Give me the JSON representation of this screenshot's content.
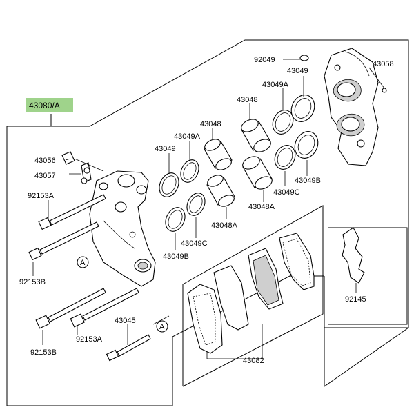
{
  "assembly_label": "43080/A",
  "highlight_color": "#9fd38b",
  "labels": {
    "p92049": "92049",
    "p43049_top": "43049",
    "p43058": "43058",
    "p43049A_top": "43049A",
    "p43048_top": "43048",
    "p43048_left": "43048",
    "p43049A_left": "43049A",
    "p43049_left": "43049",
    "p43056": "43056",
    "p43057": "43057",
    "p92153A_top": "92153A",
    "p43049B_right": "43049B",
    "p43049C_right": "43049C",
    "p43048A_right": "43048A",
    "p43048A_left": "43048A",
    "p43049C_left": "43049C",
    "p43049B_left": "43049B",
    "p92153B_mid": "92153B",
    "p92145": "92145",
    "p43045": "43045",
    "p92153A_bot": "92153A",
    "p92153B_bot": "92153B",
    "p43082": "43082",
    "callout_a1": "A",
    "callout_a2": "A"
  }
}
